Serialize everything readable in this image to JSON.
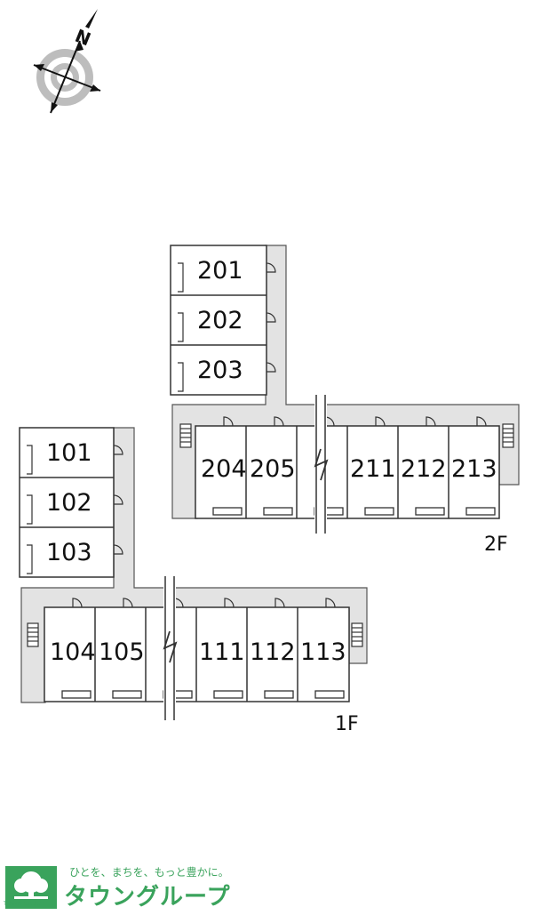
{
  "compass": {
    "label": "N"
  },
  "floors": {
    "second": {
      "label": "2F",
      "side_units": [
        "201",
        "202",
        "203"
      ],
      "row_units": [
        "204",
        "205",
        "",
        "211",
        "212",
        "213"
      ]
    },
    "first": {
      "label": "1F",
      "side_units": [
        "101",
        "102",
        "103"
      ],
      "row_units": [
        "104",
        "105",
        "",
        "111",
        "112",
        "113"
      ]
    }
  },
  "logo": {
    "slogan": "ひとを、まちを、もっと豊かに。",
    "name": "タウングループ",
    "sub": "TOWN GROUP",
    "color": "#3aa35c"
  }
}
